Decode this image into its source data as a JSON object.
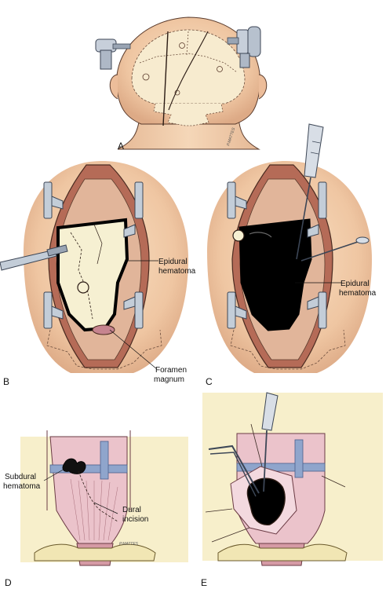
{
  "panels": {
    "a": {
      "letter": "A",
      "signature": "P.MATTES"
    },
    "b": {
      "letter": "B",
      "label_hematoma": "Epidural hematoma",
      "label_foramen": "Foramen magnum"
    },
    "c": {
      "letter": "C",
      "label_hematoma": "Epidural hematoma"
    },
    "d": {
      "letter": "D",
      "label_subdural": "Subdural hematoma",
      "label_dural": "Dural incision",
      "signature": "P.MATTES"
    },
    "e": {
      "letter": "E"
    }
  },
  "colors": {
    "skin": "#f2cfae",
    "skin_shadow": "#d9a683",
    "bone": "#f3efcf",
    "dura": "#e8bcc4",
    "dura_light": "#f0d6dc",
    "background_panel": "#f7efcb",
    "clot": "#000000",
    "retractor": "#b8c4d2",
    "outline": "#3a2a22",
    "sinus_blue": "#8fa5cc"
  }
}
